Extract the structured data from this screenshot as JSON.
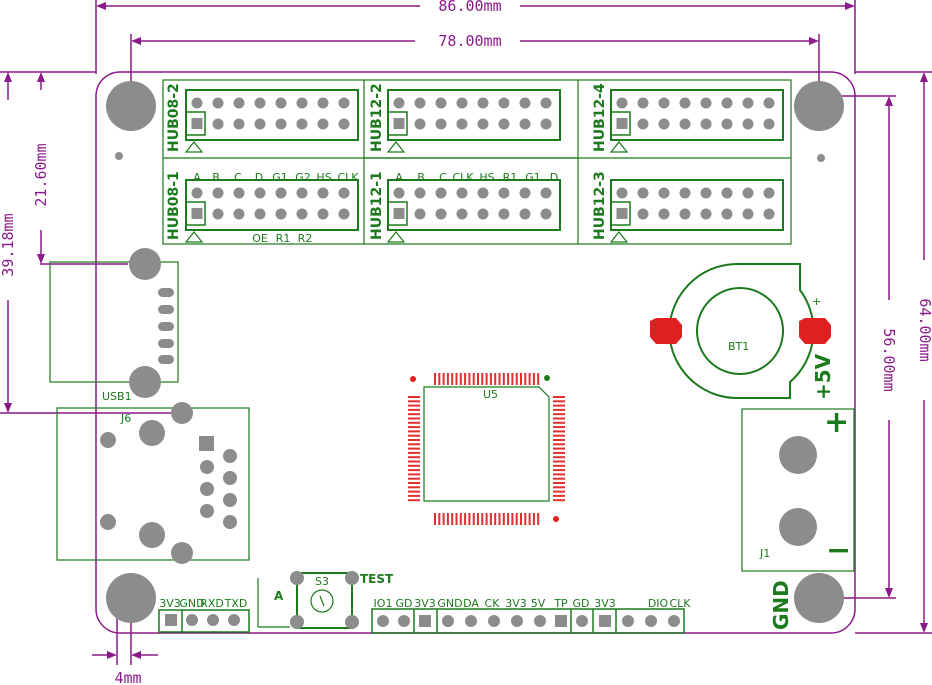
{
  "dimensions": {
    "width_outer": "86.00mm",
    "width_holes": "78.00mm",
    "height_outer": "64.00mm",
    "height_holes": "56.00mm",
    "usb_offset": "39.18mm",
    "hub_offset": "21.60mm",
    "hole_inset": "4mm"
  },
  "hub_labels": {
    "hub08_2": "HUB08-2",
    "hub08_1": "HUB08-1",
    "hub12_2": "HUB12-2",
    "hub12_1": "HUB12-1",
    "hub12_4": "HUB12-4",
    "hub12_3": "HUB12-3"
  },
  "hub08_1_top_pins": [
    "A",
    "B",
    "C",
    "D",
    "G1",
    "G2",
    "HS",
    "CLK"
  ],
  "hub08_1_bottom_pins": [
    "OE",
    "R1",
    "R2"
  ],
  "hub12_1_top_pins": [
    "A",
    "B",
    "C",
    "CLK",
    "HS",
    "R1",
    "G1",
    "D"
  ],
  "components": {
    "usb": "USB1",
    "rj45": "J6",
    "mcu": "U5",
    "battery": "BT1",
    "battery_plus": "+",
    "power_conn": "J1",
    "power_label": "+5V",
    "power_plus": "+",
    "power_minus": "−",
    "gnd_label": "GND",
    "switch": "S3",
    "test_label": "TEST",
    "a_label": "A"
  },
  "uart_header": [
    "3V3",
    "GND",
    "RXD",
    "TXD"
  ],
  "bottom_header": [
    "IO1",
    "GD",
    "3V3",
    "GND",
    "DA",
    "CK",
    "3V3",
    "5V",
    "TP",
    "GD",
    "3V3",
    "DIO",
    "CLK"
  ],
  "colors": {
    "dimension": "#8b1a8b",
    "silk": "#1c7a1c",
    "pad": "#8c8c8c",
    "chip_pin": "#e03030",
    "battery_pad": "#e02020"
  }
}
